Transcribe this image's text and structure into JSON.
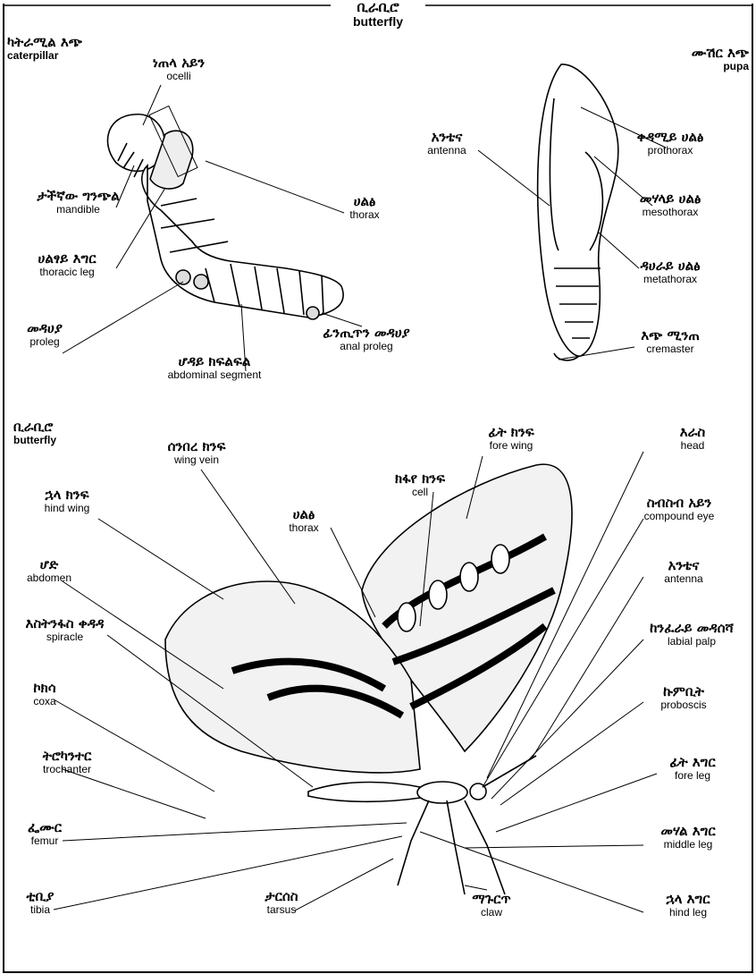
{
  "title": {
    "am": "ቢራቢሮ",
    "en": "butterfly"
  },
  "caterpillar": {
    "heading": {
      "am": "ካትራሚል እጭ",
      "en": "caterpillar"
    },
    "labels": {
      "ocelli": {
        "am": "ነጠላ አይን",
        "en": "ocelli"
      },
      "mandible": {
        "am": "ታችኛው ግንጭል",
        "en": "mandible"
      },
      "thorax": {
        "am": "ሀልፅ",
        "en": "thorax"
      },
      "thoracic_leg": {
        "am": "ሀልፃይ እግር",
        "en": "thoracic leg"
      },
      "proleg": {
        "am": "መዳሀያ",
        "en": "proleg"
      },
      "abdominal_segment": {
        "am": "ሆዳይ ክፍልፍል",
        "en": "abdominal segment"
      },
      "anal_proleg": {
        "am": "ፊንጢጥን መዳሀያ",
        "en": "anal proleg"
      }
    }
  },
  "pupa": {
    "heading": {
      "am": "ሙሽር እጭ",
      "en": "pupa"
    },
    "labels": {
      "antenna": {
        "am": "አንቴና",
        "en": "antenna"
      },
      "prothorax": {
        "am": "ቀዳሚይ ሀልፅ",
        "en": "prothorax"
      },
      "mesothorax": {
        "am": "መሃላይ ሀልፅ",
        "en": "mesothorax"
      },
      "metathorax": {
        "am": "ዳሀራይ ሀልፅ",
        "en": "metathorax"
      },
      "cremaster": {
        "am": "እጭ ሚንጠ",
        "en": "cremaster"
      }
    }
  },
  "butterfly": {
    "heading": {
      "am": "ቢራቢሮ",
      "en": "butterfly"
    },
    "labels": {
      "wing_vein": {
        "am": "ሰንበረ ክንፍ",
        "en": "wing vein"
      },
      "fore_wing": {
        "am": "ፊት ክንፍ",
        "en": "fore wing"
      },
      "head": {
        "am": "እራስ",
        "en": "head"
      },
      "hind_wing": {
        "am": "ኋላ ክንፍ",
        "en": "hind wing"
      },
      "cell": {
        "am": "ክፋየ ክንፍ",
        "en": "cell"
      },
      "compound_eye": {
        "am": "ስብስብ አይን",
        "en": "compound eye"
      },
      "thorax": {
        "am": "ሀልፅ",
        "en": "thorax"
      },
      "abdomen": {
        "am": "ሆድ",
        "en": "abdomen"
      },
      "antenna": {
        "am": "አንቴና",
        "en": "antenna"
      },
      "spiracle": {
        "am": "እስትንፋስ ቀዳዳ",
        "en": "spiracle"
      },
      "labial_palp": {
        "am": "ከንፈራይ መዳሰሻ",
        "en": "labial palp"
      },
      "coxa": {
        "am": "ኮክሳ",
        "en": "coxa"
      },
      "proboscis": {
        "am": "ኩምቢት",
        "en": "proboscis"
      },
      "trochanter": {
        "am": "ትሮካንተር",
        "en": "trochanter"
      },
      "fore_leg": {
        "am": "ፊት እግር",
        "en": "fore leg"
      },
      "femur": {
        "am": "ፌሙር",
        "en": "femur"
      },
      "middle_leg": {
        "am": "መሃል እግር",
        "en": "middle leg"
      },
      "tibia": {
        "am": "ቲቢያ",
        "en": "tibia"
      },
      "tarsus": {
        "am": "ታርሰስ",
        "en": "tarsus"
      },
      "claw": {
        "am": "ማጉርጥ",
        "en": "claw"
      },
      "hind_leg": {
        "am": "ኋላ እግር",
        "en": "hind leg"
      }
    }
  }
}
